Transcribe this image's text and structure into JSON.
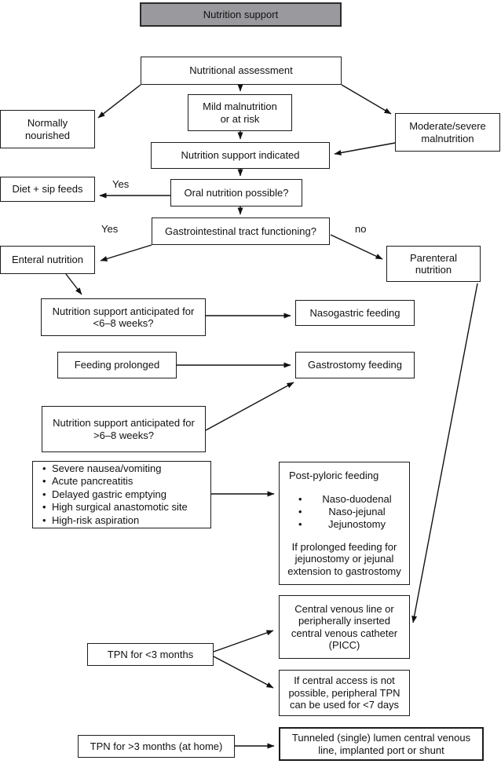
{
  "title": {
    "text": "Nutrition support"
  },
  "labels": {
    "yes_oral": "Yes",
    "yes_gi": "Yes",
    "no_gi": "no"
  },
  "nodes": {
    "nutritional_assessment": {
      "text": "Nutritional assessment"
    },
    "mild_malnutrition": {
      "line1": "Mild malnutrition",
      "line2": "or at risk"
    },
    "normally_nourished": {
      "line1": "Normally",
      "line2": "nourished"
    },
    "moderate_severe": {
      "line1": "Moderate/severe",
      "line2": "malnutrition"
    },
    "support_indicated": {
      "text": "Nutrition support indicated"
    },
    "diet_sip": {
      "text": "Diet + sip feeds"
    },
    "oral_possible": {
      "text": "Oral nutrition possible?"
    },
    "gi_functioning": {
      "text": "Gastrointestinal tract functioning?"
    },
    "enteral": {
      "text": "Enteral nutrition"
    },
    "parenteral": {
      "line1": "Parenteral",
      "line2": "nutrition"
    },
    "anticipated_short": {
      "line1": "Nutrition support anticipated for",
      "line2": "<6–8 weeks?"
    },
    "nasogastric": {
      "text": "Nasogastric feeding"
    },
    "feeding_prolonged": {
      "text": "Feeding prolonged"
    },
    "gastrostomy": {
      "text": "Gastrostomy feeding"
    },
    "anticipated_long": {
      "line1": "Nutrition support anticipated for",
      "line2": ">6–8 weeks?"
    },
    "indications": {
      "items": [
        "Severe nausea/vomiting",
        "Acute pancreatitis",
        "Delayed gastric emptying",
        "High surgical anastomotic site",
        "High-risk aspiration"
      ]
    },
    "post_pyloric": {
      "heading": "Post-pyloric feeding",
      "items": [
        "Naso-duodenal",
        "Naso-jejunal",
        "Jejunostomy"
      ],
      "note1": "If prolonged feeding for",
      "note2": "jejunostomy or jejunal",
      "note3": "extension to gastrostomy"
    },
    "picc": {
      "line1": "Central venous line or",
      "line2": "peripherally inserted",
      "line3": "central venous catheter",
      "line4": "(PICC)"
    },
    "tpn_short": {
      "text": "TPN for <3 months"
    },
    "peripheral_tpn": {
      "line1": "If central access is not",
      "line2": "possible, peripheral TPN",
      "line3": "can be used for <7 days"
    },
    "tpn_long": {
      "text": "TPN for >3 months (at home)"
    },
    "tunneled": {
      "line1": "Tunneled (single) lumen central venous",
      "line2": "line, implanted port or shunt"
    }
  },
  "colors": {
    "title_fill": "#9a9a9e",
    "box_border": "#1c1c1c",
    "text": "#111111",
    "background": "#ffffff"
  }
}
